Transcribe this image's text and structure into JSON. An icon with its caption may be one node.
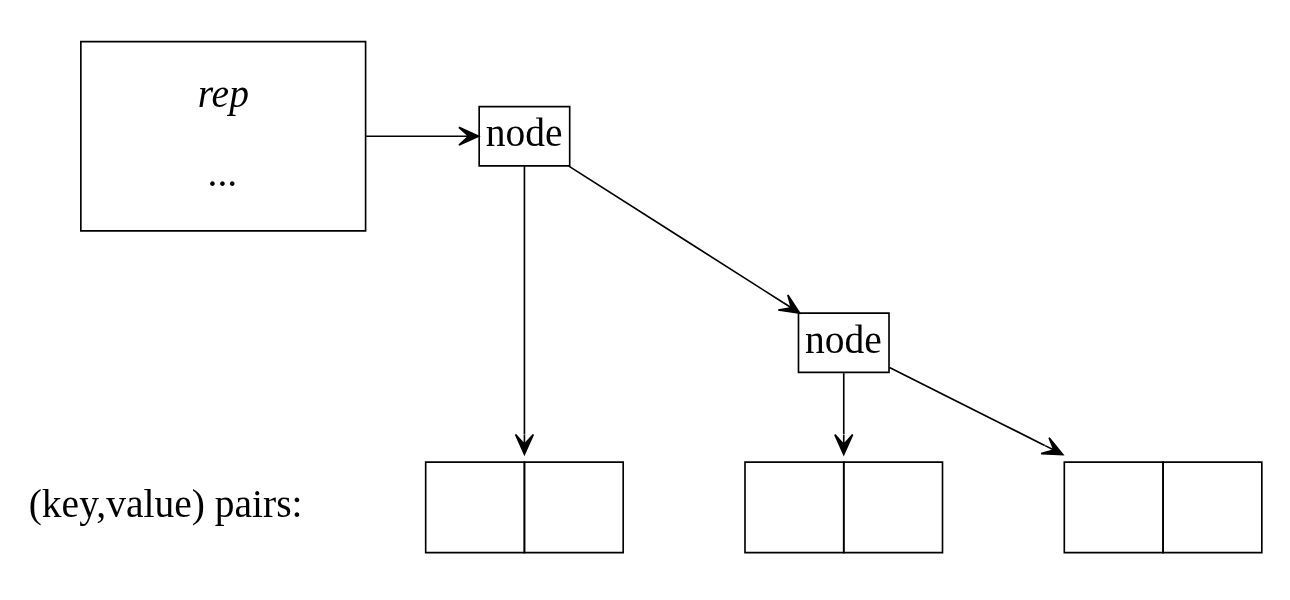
{
  "diagram": {
    "nodes": [
      {
        "text": [
          "rep",
          "..."
        ]
      },
      {
        "text": [
          "node"
        ]
      },
      {
        "text": [
          "node"
        ]
      },
      {
        "text": [],
        "shape": "box"
      },
      {
        "text": [],
        "shape": "box"
      },
      {
        "text": [],
        "shape": "box"
      }
    ],
    "edges": [
      {
        "from": 0,
        "to": 1,
        "arrow": "to"
      },
      {
        "from": 1,
        "to": 3,
        "arrow": "to"
      },
      {
        "from": 1,
        "to": 2,
        "arrow": "to"
      },
      {
        "from": 2,
        "to": 4,
        "arrow": "to"
      },
      {
        "from": 2,
        "to": 5,
        "arrow": "to"
      }
    ],
    "labels": [
      "(key,value) pairs:"
    ]
  }
}
